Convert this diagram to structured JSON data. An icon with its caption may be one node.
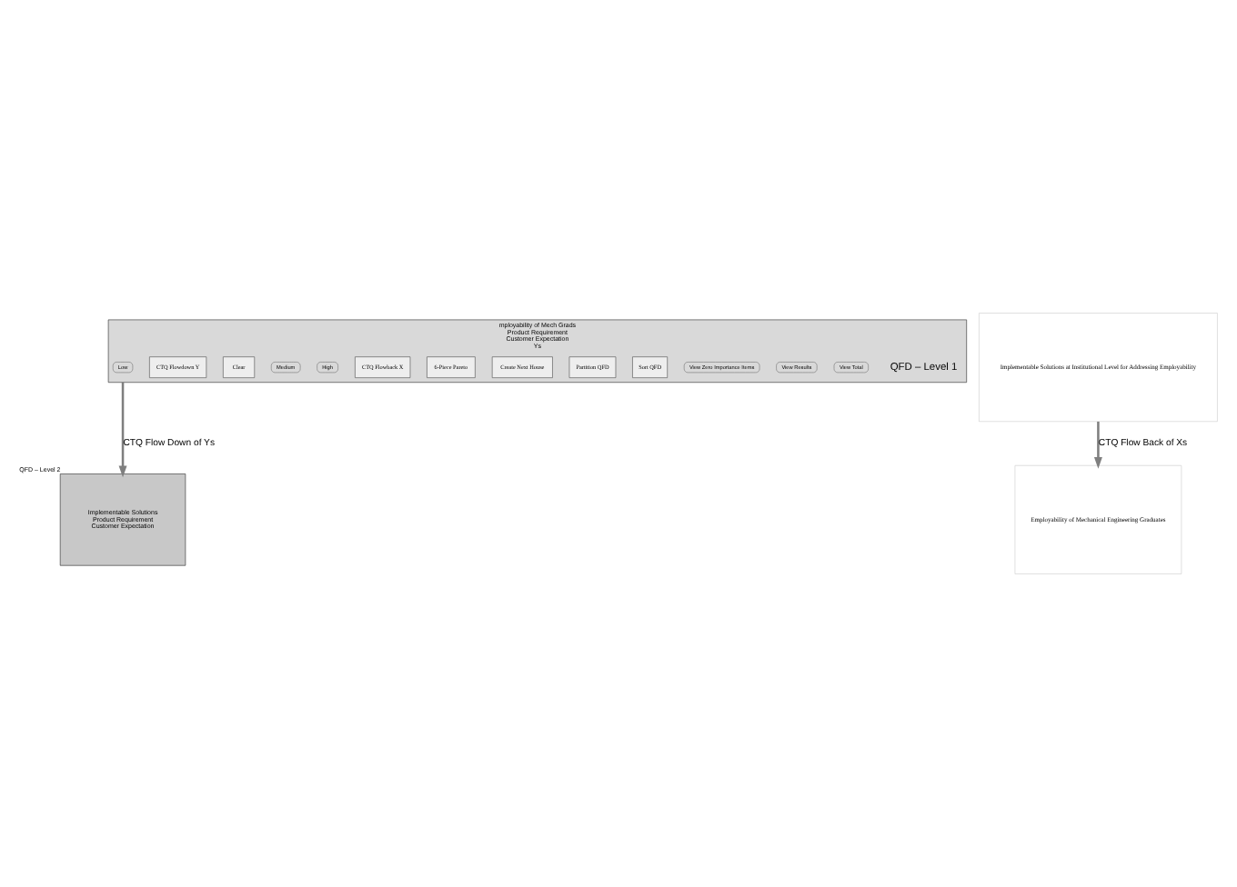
{
  "diagram": {
    "nodes": [
      {
        "text": [
          "mployability of Mech Grads",
          "Product Requirement",
          "Customer Expectation",
          "Ys"
        ],
        "beside": [
          "QFD – Level 1"
        ]
      },
      {
        "text": [
          "View Total"
        ],
        "in": 0
      },
      {
        "text": [
          "View Results"
        ],
        "in": 0
      },
      {
        "text": [
          "View Zero Importance Items"
        ],
        "in": 0
      },
      {
        "text": [
          "Sort QFD"
        ],
        "in": 0
      },
      {
        "text": [
          "Partition QFD"
        ],
        "in": 0
      },
      {
        "text": [
          "Create Next House"
        ],
        "in": 0
      },
      {
        "text": [
          "6-Piece Pareto"
        ],
        "in": 0
      },
      {
        "text": [
          "CTQ Flowback X"
        ],
        "in": 0
      },
      {
        "text": [
          "High"
        ],
        "in": 0
      },
      {
        "text": [
          "Medium"
        ],
        "in": 0
      },
      {
        "text": [
          "Clear"
        ],
        "in": 0
      },
      {
        "text": [
          "CTQ Flowdown Y"
        ],
        "in": 0
      },
      {
        "text": [
          "Low"
        ],
        "in": 0
      },
      {
        "text": [
          "Employability of Mechanical Engineering Graduates"
        ]
      },
      {
        "text": [
          "Implementable Solutions",
          "Product Requirement",
          "Customer Expectation"
        ],
        "beside": [
          "QFD – Level 2"
        ]
      },
      {
        "text": [
          "Implementable Solutions at Institutional Level for Addressing Employability"
        ]
      }
    ],
    "edges": [
      {
        "from": 0,
        "to": 15,
        "arrow": "to",
        "label": "CTQ Flow Down of Ys"
      },
      {
        "from": 16,
        "to": 14,
        "arrow": "to",
        "label": "CTQ Flow Back of Xs"
      }
    ]
  }
}
